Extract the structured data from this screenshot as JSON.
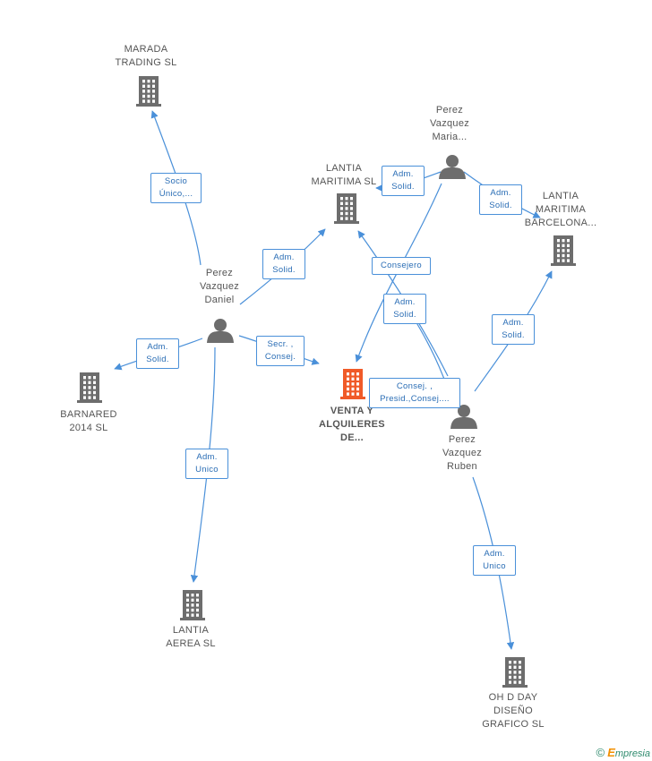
{
  "colors": {
    "edge": "#4a90d9",
    "node": "#6d6d6d",
    "focus": "#f05a28",
    "label_text": "#2a6db5"
  },
  "nodes": {
    "marada": {
      "type": "company",
      "lines": [
        "MARADA",
        "TRADING SL"
      ]
    },
    "lantia_maritima": {
      "type": "company",
      "lines": [
        "LANTIA",
        "MARITIMA SL"
      ]
    },
    "perez_maria": {
      "type": "person",
      "lines": [
        "Perez",
        "Vazquez",
        "Maria..."
      ]
    },
    "lantia_bcn": {
      "type": "company",
      "lines": [
        "LANTIA",
        "MARITIMA",
        "BARCELONA..."
      ]
    },
    "perez_daniel": {
      "type": "person",
      "lines": [
        "Perez",
        "Vazquez",
        "Daniel"
      ]
    },
    "venta": {
      "type": "company-focus",
      "lines": [
        "VENTA Y",
        "ALQUILERES",
        "DE..."
      ]
    },
    "barnared": {
      "type": "company",
      "lines": [
        "BARNARED",
        "2014 SL"
      ]
    },
    "perez_ruben": {
      "type": "person",
      "lines": [
        "Perez",
        "Vazquez",
        "Ruben"
      ]
    },
    "lantia_aerea": {
      "type": "company",
      "lines": [
        "LANTIA",
        "AEREA SL"
      ]
    },
    "oh_dday": {
      "type": "company",
      "lines": [
        "OH D DAY",
        "DISEÑO",
        "GRAFICO SL"
      ]
    }
  },
  "edges": [
    {
      "from": "perez_daniel",
      "to": "marada",
      "lines": [
        "Socio",
        "Único,..."
      ]
    },
    {
      "from": "perez_daniel",
      "to": "lantia_maritima",
      "lines": [
        "Adm.",
        "Solid."
      ]
    },
    {
      "from": "perez_maria",
      "to": "lantia_maritima",
      "lines": [
        "Adm.",
        "Solid."
      ]
    },
    {
      "from": "perez_maria",
      "to": "lantia_bcn",
      "lines": [
        "Adm.",
        "Solid."
      ]
    },
    {
      "from": "perez_maria",
      "to": "venta",
      "lines": [
        "Consejero"
      ]
    },
    {
      "from": "perez_ruben",
      "to": "lantia_maritima",
      "lines": [
        "Adm.",
        "Solid."
      ]
    },
    {
      "from": "perez_daniel",
      "to": "barnared",
      "lines": [
        "Adm.",
        "Solid."
      ]
    },
    {
      "from": "perez_daniel",
      "to": "venta",
      "lines": [
        "Secr. ,",
        "Consej."
      ]
    },
    {
      "from": "perez_ruben",
      "to": "venta",
      "lines": [
        "Consej. ,",
        "Presid.,Consej...."
      ]
    },
    {
      "from": "perez_ruben",
      "to": "lantia_bcn",
      "lines": [
        "Adm.",
        "Solid."
      ]
    },
    {
      "from": "perez_daniel",
      "to": "lantia_aerea",
      "lines": [
        "Adm.",
        "Unico"
      ]
    },
    {
      "from": "perez_ruben",
      "to": "oh_dday",
      "lines": [
        "Adm.",
        "Unico"
      ]
    }
  ],
  "brand": {
    "copyright": "©",
    "initial": "E",
    "rest": "mpresia"
  }
}
